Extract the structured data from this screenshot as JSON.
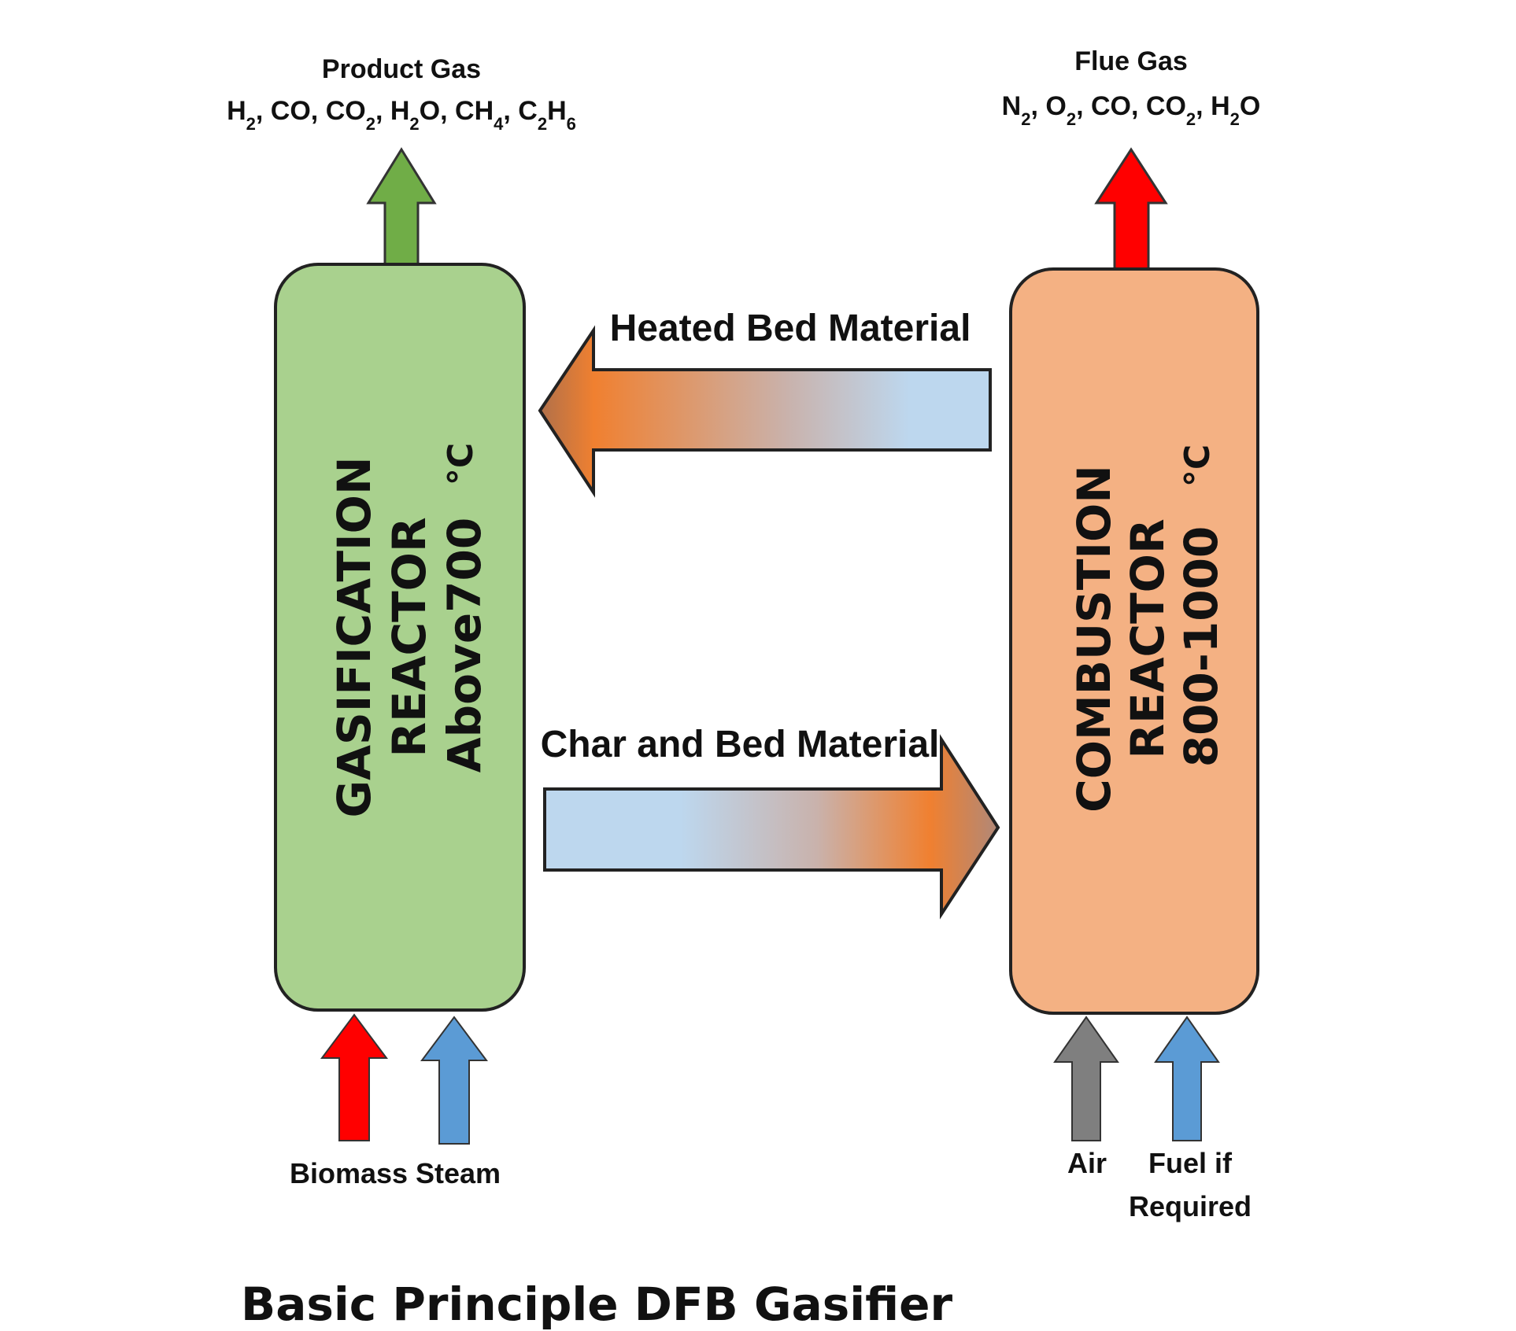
{
  "product_gas": {
    "title": "Product Gas",
    "species": [
      {
        "base": "H",
        "sub": "2",
        "sep": ", "
      },
      {
        "base": "CO",
        "sub": "",
        "sep": ", "
      },
      {
        "base": "CO",
        "sub": "2",
        "sep": ", "
      },
      {
        "base": "H",
        "sub": "2",
        "after": "O",
        "sep": ", "
      },
      {
        "base": "CH",
        "sub": "4",
        "sep": ", "
      },
      {
        "base": "C",
        "sub": "2",
        "after": "H",
        "sub2": "6",
        "sep": ""
      }
    ]
  },
  "flue_gas": {
    "title": "Flue Gas",
    "species": [
      {
        "base": "N",
        "sub": "2",
        "sep": ", "
      },
      {
        "base": "O",
        "sub": "2",
        "sep": ", "
      },
      {
        "base": "CO",
        "sub": "",
        "sep": ", "
      },
      {
        "base": "CO",
        "sub": "2",
        "sep": ", "
      },
      {
        "base": "H",
        "sub": "2",
        "after": "O",
        "sep": ""
      }
    ]
  },
  "gasification_reactor": {
    "line1": "GASIFICATION",
    "line2": "REACTOR",
    "line3": "Above700",
    "unit": "°C",
    "fill": "#a9d18e"
  },
  "combustion_reactor": {
    "line1": "COMBUSTION",
    "line2": "REACTOR",
    "line3": "800-1000",
    "unit": "°C",
    "fill": "#f4b183"
  },
  "heated_bed_label": "Heated Bed Material",
  "char_bed_label": "Char and Bed Material",
  "inputs": {
    "biomass": "Biomass",
    "steam": "Steam",
    "air": "Air",
    "fuel_line1": "Fuel if",
    "fuel_line2": "Required"
  },
  "caption": "Basic Principle DFB Gasifier",
  "colors": {
    "product_arrow": "#70ad47",
    "flue_arrow": "#ff0000",
    "biomass_arrow": "#ff0000",
    "steam_arrow": "#5b9bd5",
    "air_arrow": "#7f7f7f",
    "fuel_arrow": "#5b9bd5",
    "hot": "#f08030",
    "cold": "#bdd7ee"
  }
}
